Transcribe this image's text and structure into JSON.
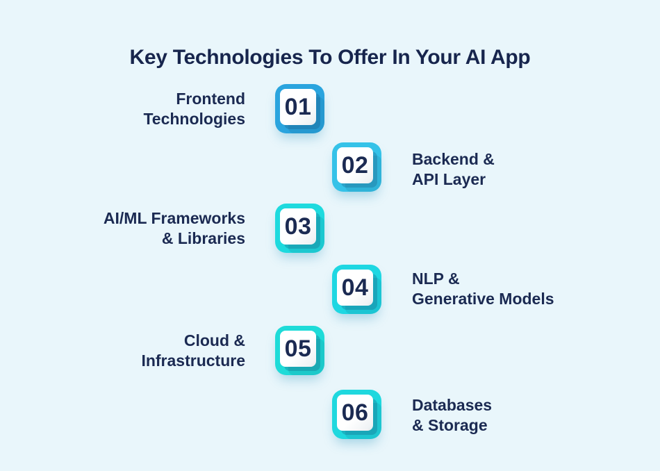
{
  "background": "#e9f6fb",
  "text_color": "#1b2a52",
  "title": {
    "text": "Key Technologies To Offer In Your AI App",
    "color": "#17254d"
  },
  "steps": [
    {
      "number": "01",
      "label": "Frontend Technologies",
      "lines": [
        "Frontend",
        "Technologies"
      ],
      "side": "left",
      "accent": "#2aa4de"
    },
    {
      "number": "02",
      "label": "Backend & API Layer",
      "lines": [
        "Backend &",
        "API Layer"
      ],
      "side": "right",
      "accent": "#35c2e8"
    },
    {
      "number": "03",
      "label": "AI/ML Frameworks & Libraries",
      "lines": [
        "AI/ML Frameworks",
        "& Libraries"
      ],
      "side": "left",
      "accent": "#1edade"
    },
    {
      "number": "04",
      "label": "NLP & Generative Models",
      "lines": [
        "NLP &",
        "Generative Models"
      ],
      "side": "right",
      "accent": "#1ed7e2"
    },
    {
      "number": "05",
      "label": "Cloud & Infrastructure",
      "lines": [
        "Cloud &",
        "Infrastructure"
      ],
      "side": "left",
      "accent": "#1edbd8"
    },
    {
      "number": "06",
      "label": "Databases & Storage",
      "lines": [
        "Databases",
        "& Storage"
      ],
      "side": "right",
      "accent": "#1fd8de"
    }
  ]
}
